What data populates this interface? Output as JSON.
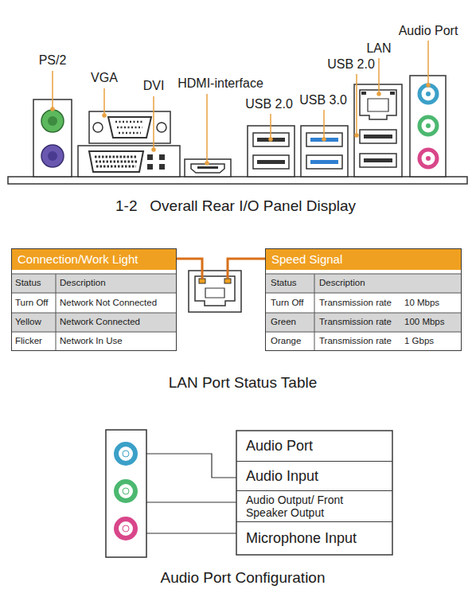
{
  "diagram": {
    "nodes": [
      {
        "text": [
          "Connection/Work Light"
        ]
      },
      {
        "text": [
          "Speed Signal"
        ]
      },
      {
        "text": [
          "Audio Port"
        ]
      },
      {
        "text": [
          "Audio Input"
        ]
      },
      {
        "text": [
          "Audio Output/ Front Speaker Output"
        ]
      },
      {
        "text": [
          "Microphone Input"
        ]
      }
    ],
    "labels": [
      "PS/2",
      "VGA",
      "DVI",
      "HDMI-interface",
      "USB 2.0",
      "USB 3.0",
      "USB 2.0",
      "LAN",
      "Audio Port",
      "1-2   Overall Rear I/O Panel Display",
      "Status",
      "Description",
      "Turn Off",
      "Network Not Connected",
      "Yellow",
      "Network Connected",
      "Flicker",
      "Network In Use",
      "Status",
      "Description",
      "Turn Off",
      "Transmission rate",
      "10 Mbps",
      "Green",
      "Transmission rate",
      "100 Mbps",
      "Orange",
      "Transmission rate",
      "1 Gbps",
      "LAN Port Status Table",
      "Audio Port Configuration"
    ]
  }
}
